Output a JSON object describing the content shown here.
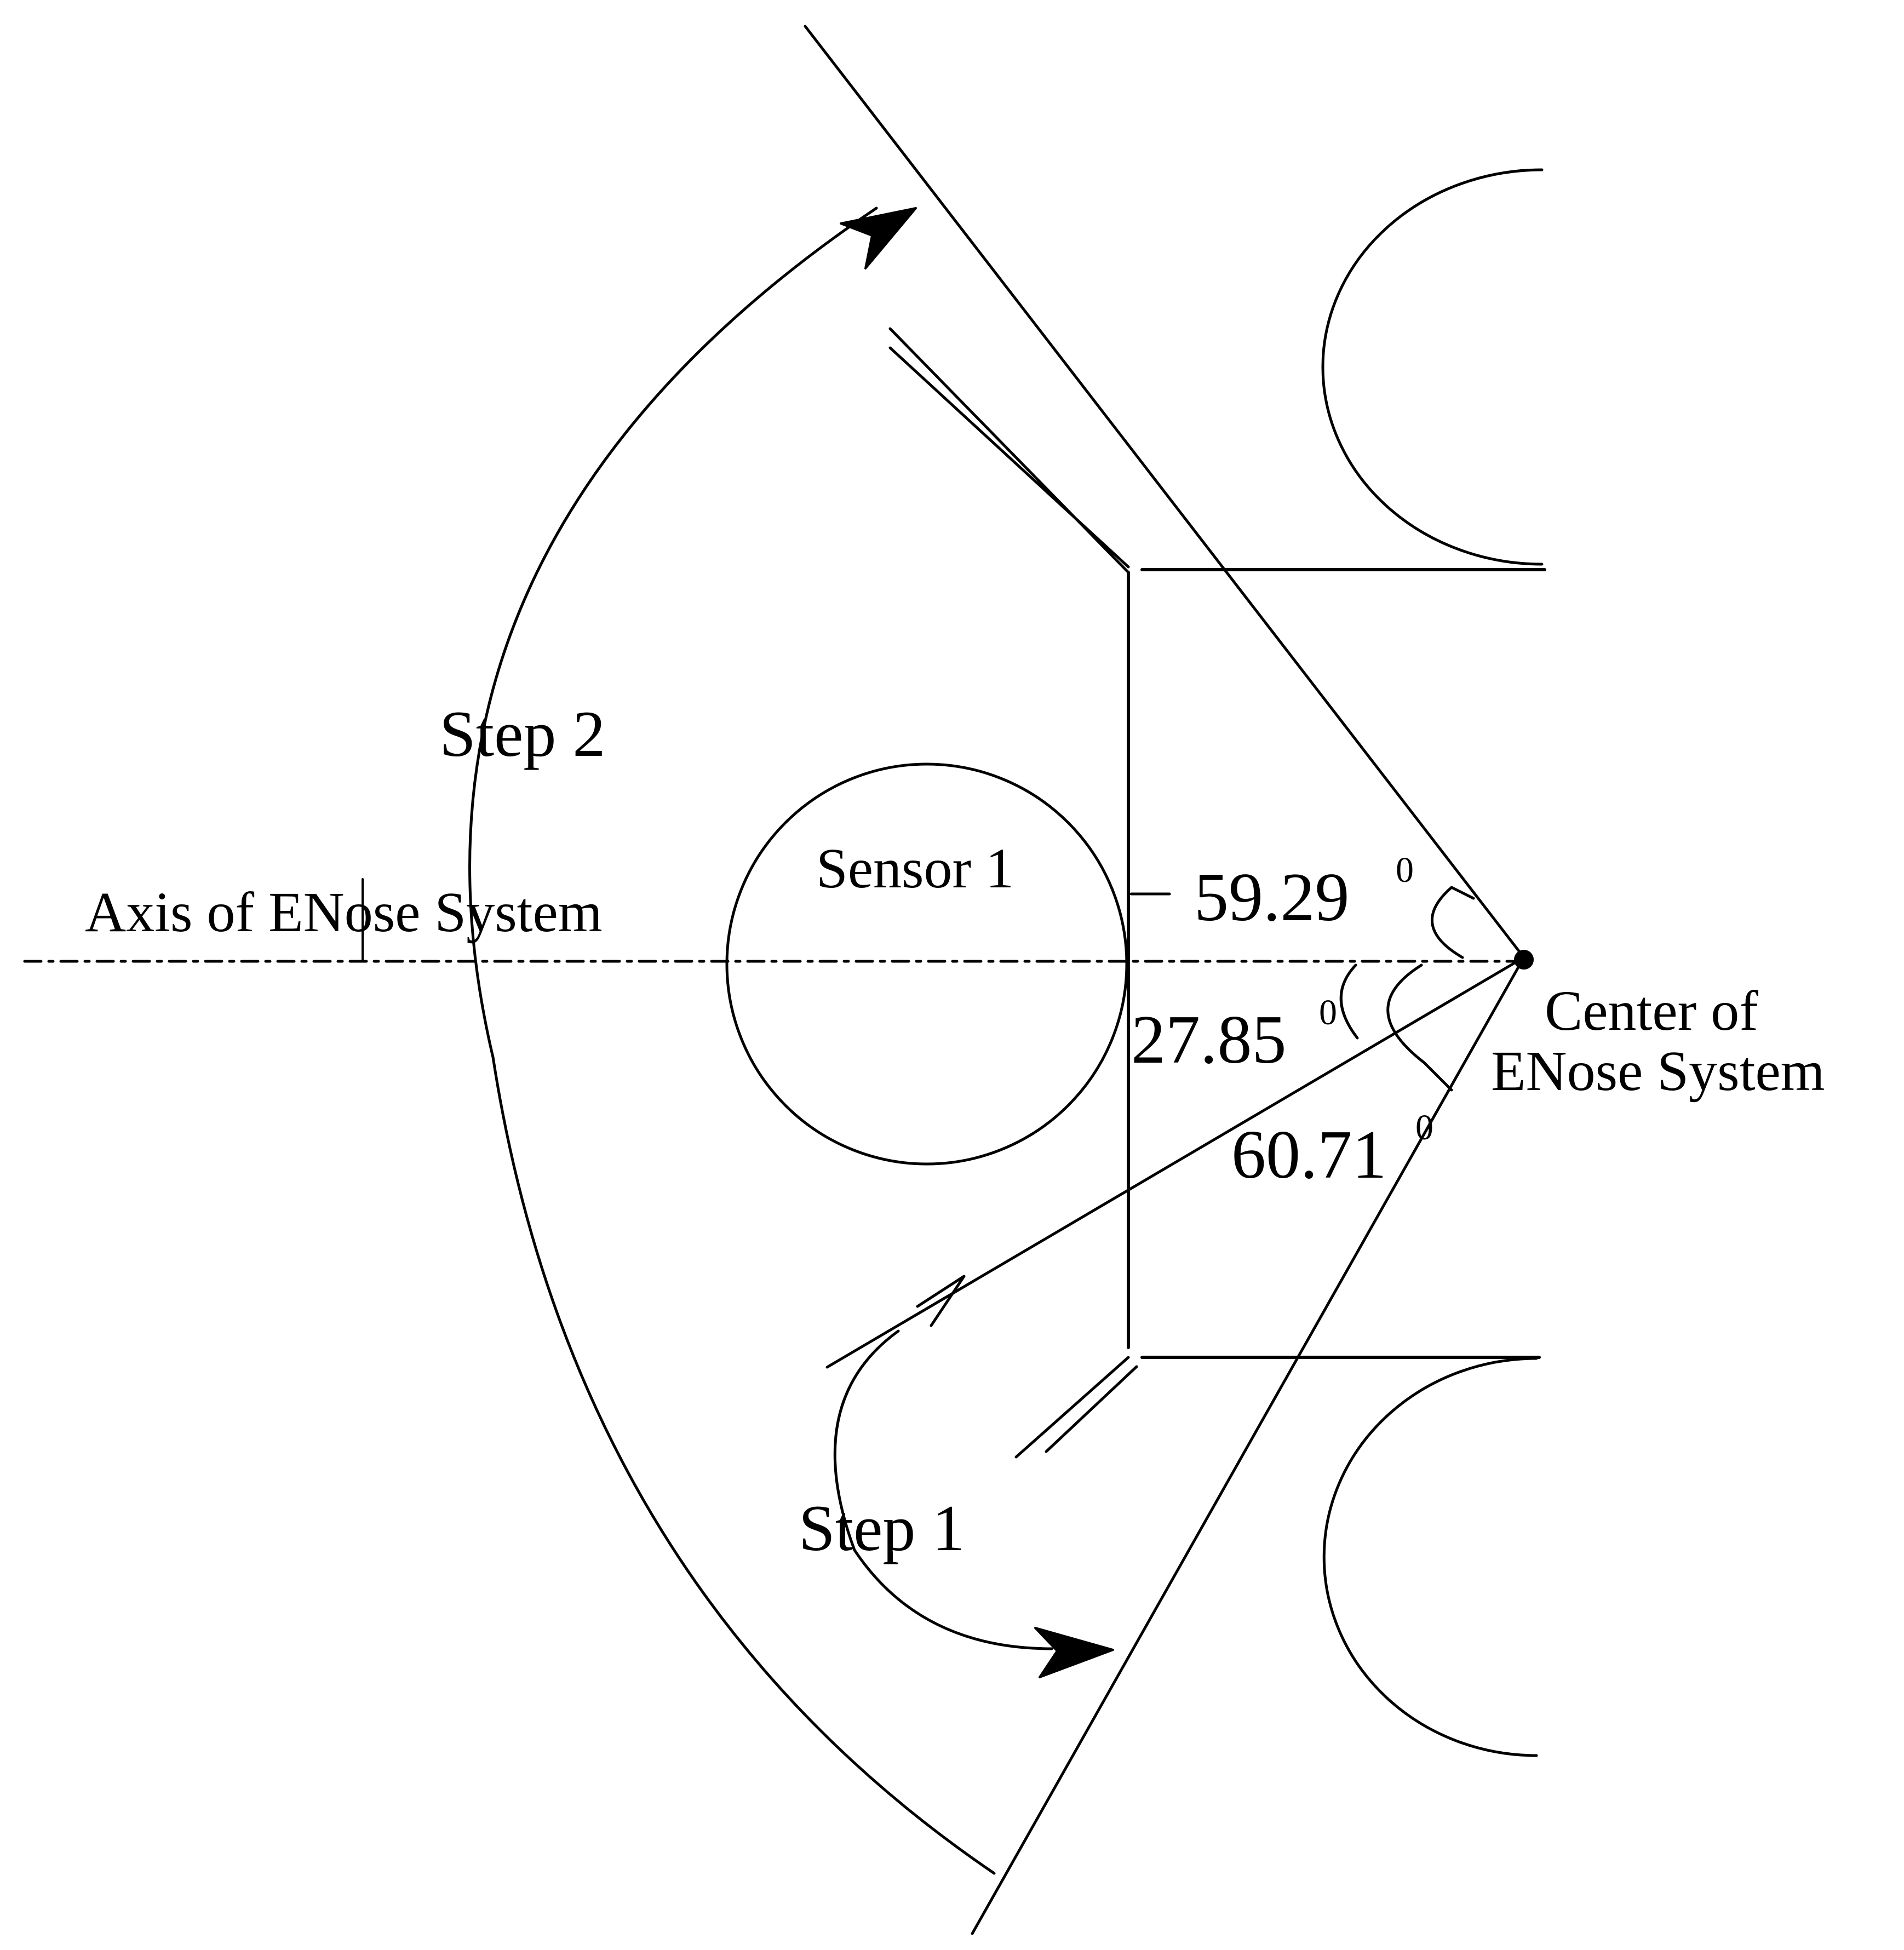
{
  "colors": {
    "ink": "#000000",
    "background": "#ffffff"
  },
  "labels": {
    "step2": "Step 2",
    "step1": "Step 1",
    "sensor": "Sensor 1",
    "axis": "Axis of ENose System",
    "center_line1": "Center of",
    "center_line2": "ENose System"
  },
  "angles": {
    "a59": {
      "value": "59.29",
      "degree_mark": "0"
    },
    "a27": {
      "value": "27.85",
      "degree_mark": "0"
    },
    "a60": {
      "value": "60.71",
      "degree_mark": "0"
    }
  }
}
